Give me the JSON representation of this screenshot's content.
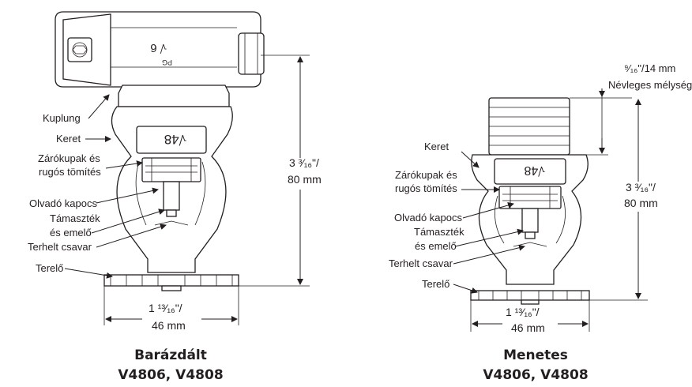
{
  "left": {
    "labels": {
      "kuplung": "Kuplung",
      "keret": "Keret",
      "zarokupak_1": "Zárókupak és",
      "zarokupak_2": "rugós tömítés",
      "olvado": "Olvadó kapocs",
      "tamasztek_1": "Támaszték",
      "tamasztek_2": "és emelő",
      "terhelt": "Terhelt csavar",
      "terelo": "Terelő"
    },
    "height_dim_1": "3 ³⁄₁₆\"/",
    "height_dim_2": "80 mm",
    "width_dim_1": "1 ¹³⁄₁₆\"/",
    "width_dim_2": "46 mm",
    "caption_1": "Barázdált",
    "caption_2": "V4806, V4808"
  },
  "right": {
    "labels": {
      "keret": "Keret",
      "zarokupak_1": "Zárókupak és",
      "zarokupak_2": "rugós tömítés",
      "olvado": "Olvadó kapocs",
      "tamasztek_1": "Támaszték",
      "tamasztek_2": "és emelő",
      "terhelt": "Terhelt csavar",
      "terelo": "Terelő"
    },
    "depth_dim_1": "⁹⁄₁₆\"/14 mm",
    "depth_dim_2": "Névleges mélység",
    "height_dim_1": "3 ³⁄₁₆\"/",
    "height_dim_2": "80 mm",
    "width_dim_1": "1 ¹³⁄₁₆\"/",
    "width_dim_2": "46 mm",
    "caption_1": "Menetes",
    "caption_2": "V4806, V4808"
  },
  "body_markings": {
    "frame_mark": "√48",
    "coupling_mark": "√ 6",
    "coupling_pg": "PG"
  }
}
